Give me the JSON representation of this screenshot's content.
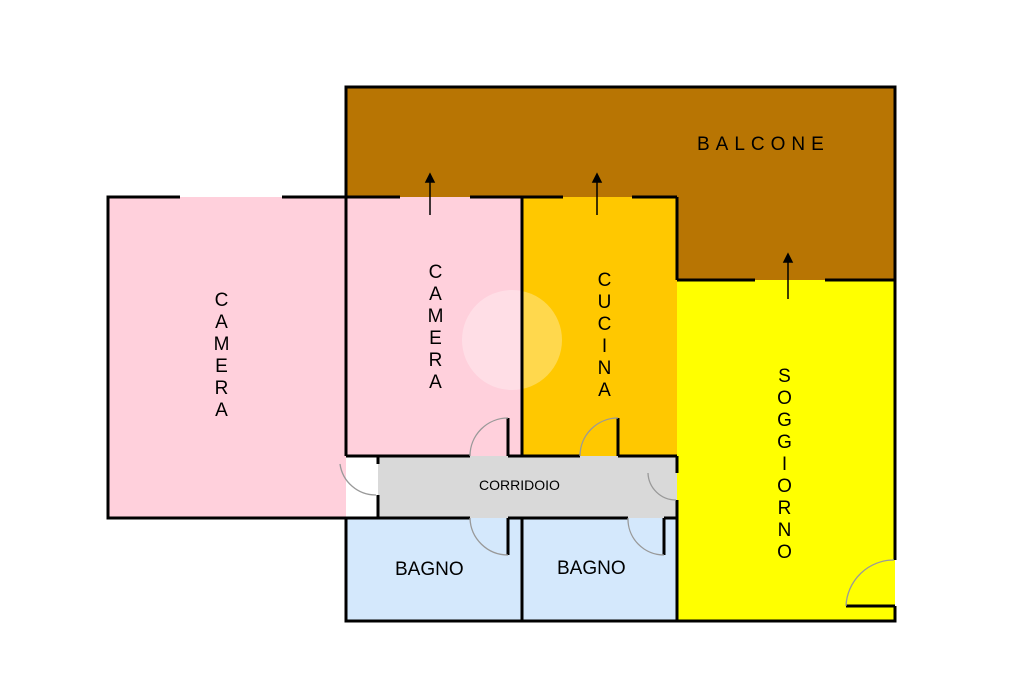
{
  "rooms": {
    "balcone": {
      "label": "BALCONE",
      "color": "#B87503"
    },
    "camera_left": {
      "label": "CAMERA",
      "color": "#FFD0DC"
    },
    "camera_mid": {
      "label": "CAMERA",
      "color": "#FFD0DC"
    },
    "cucina": {
      "label": "CUCINA",
      "color": "#FFC800"
    },
    "soggiorno": {
      "label": "SOGGIORNO",
      "color": "#FFFF00"
    },
    "corridoio": {
      "label": "CORRIDOIO",
      "color": "#D9D9D9"
    },
    "bagno_left": {
      "label": "BAGNO",
      "color": "#D4E8FC"
    },
    "bagno_right": {
      "label": "BAGNO",
      "color": "#D4E8FC"
    }
  }
}
